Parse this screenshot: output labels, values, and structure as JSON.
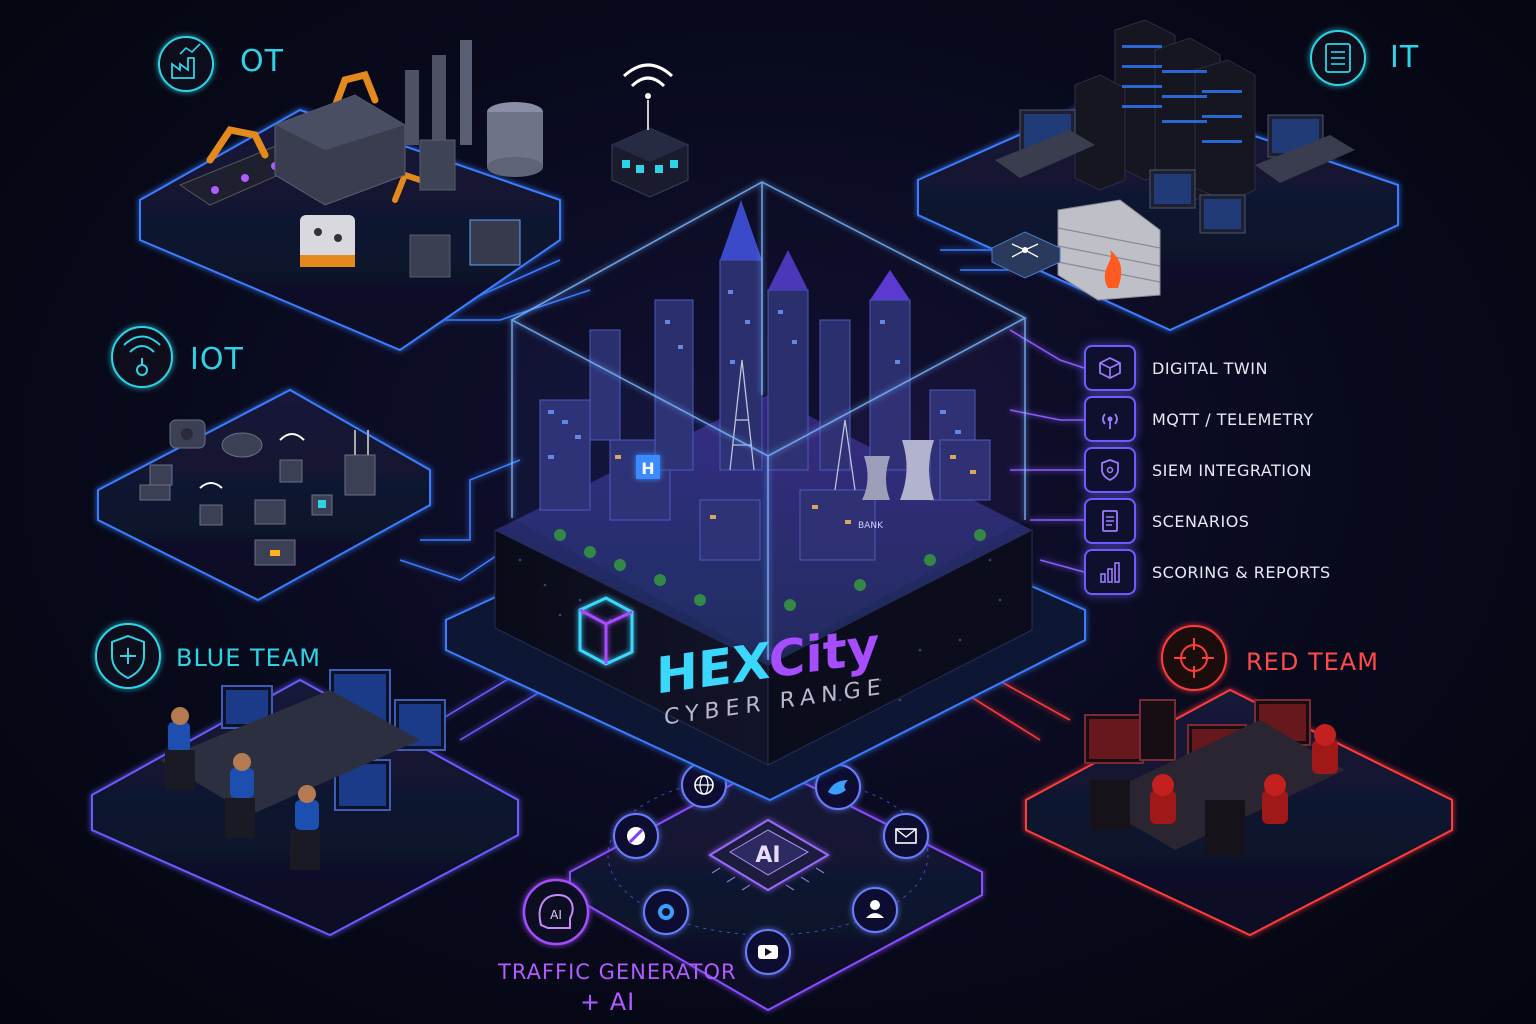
{
  "brand": {
    "name_part1": "HEX",
    "name_part2": "City",
    "subtitle": "CYBER RANGE",
    "colors": {
      "cyan": "#3ad7ff",
      "purple": "#9b4dff"
    }
  },
  "zones": {
    "ot": {
      "label": "OT",
      "icon": "factory-icon",
      "color": "#2fd3e6"
    },
    "it": {
      "label": "IT",
      "icon": "server-list-icon",
      "color": "#2fd3e6"
    },
    "iot": {
      "label": "IOT",
      "icon": "wireless-sensor-icon",
      "color": "#2fd3e6"
    },
    "blue_team": {
      "label": "BLUE TEAM",
      "icon": "shield-plus-icon",
      "color": "#2fd3e6"
    },
    "red_team": {
      "label": "RED TEAM",
      "icon": "crosshair-icon",
      "color": "#ff3b3b"
    },
    "traffic": {
      "label_line1": "TRAFFIC GENERATOR",
      "label_line2": "+ AI",
      "icon": "ai-head-icon",
      "color": "#a44dff"
    }
  },
  "features": [
    {
      "label": "DIGITAL TWIN",
      "icon": "cube-icon"
    },
    {
      "label": "MQTT / TELEMETRY",
      "icon": "broadcast-icon"
    },
    {
      "label": "SIEM INTEGRATION",
      "icon": "shield-icon"
    },
    {
      "label": "SCENARIOS",
      "icon": "document-icon"
    },
    {
      "label": "SCORING & REPORTS",
      "icon": "bar-chart-icon"
    }
  ],
  "ai_chip": {
    "label": "AI"
  },
  "traffic_nodes": [
    {
      "icon": "globe-icon"
    },
    {
      "icon": "bird-icon"
    },
    {
      "icon": "mail-icon"
    },
    {
      "icon": "user-icon"
    },
    {
      "icon": "play-icon"
    },
    {
      "icon": "chat-icon"
    },
    {
      "icon": "tool-icon"
    }
  ],
  "city": {
    "bank_sign": "BANK",
    "hotel_sign": "H"
  }
}
